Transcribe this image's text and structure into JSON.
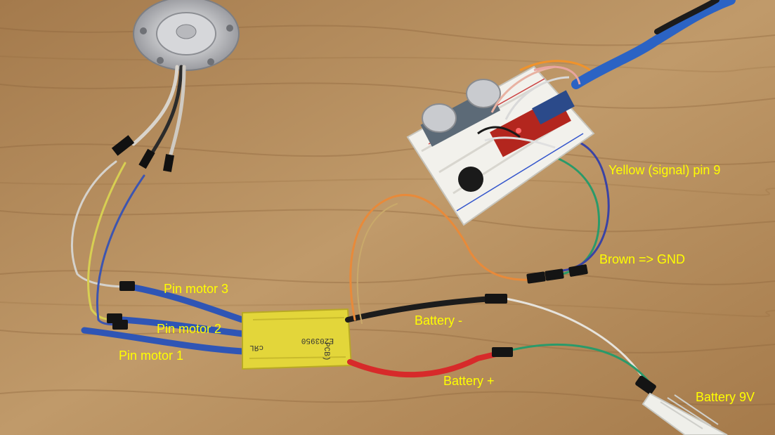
{
  "labels": {
    "pin_motor_3": "Pin motor 3",
    "pin_motor_2": "Pin motor 2",
    "pin_motor_1": "Pin motor 1",
    "battery_minus": "Battery -",
    "battery_plus": "Battery +",
    "battery_9v": "Battery 9V",
    "yellow_signal": "Yellow (signal) pin 9",
    "brown_gnd": "Brown => GND"
  },
  "esc": {
    "marking_code": "E203950",
    "marking_ul": "cЯL",
    "marking_pcb": "PCB)"
  },
  "colors": {
    "label_text": "#ffff00",
    "table_wood": "#b58e61",
    "esc_tape": "#e3d63a",
    "wire_blue": "#2f55b5",
    "wire_red": "#d72a2a",
    "wire_black": "#1c1c1c",
    "wire_orange": "#e88a3a",
    "wire_green": "#2a9a6a",
    "usb_cable": "#2b63c4"
  }
}
